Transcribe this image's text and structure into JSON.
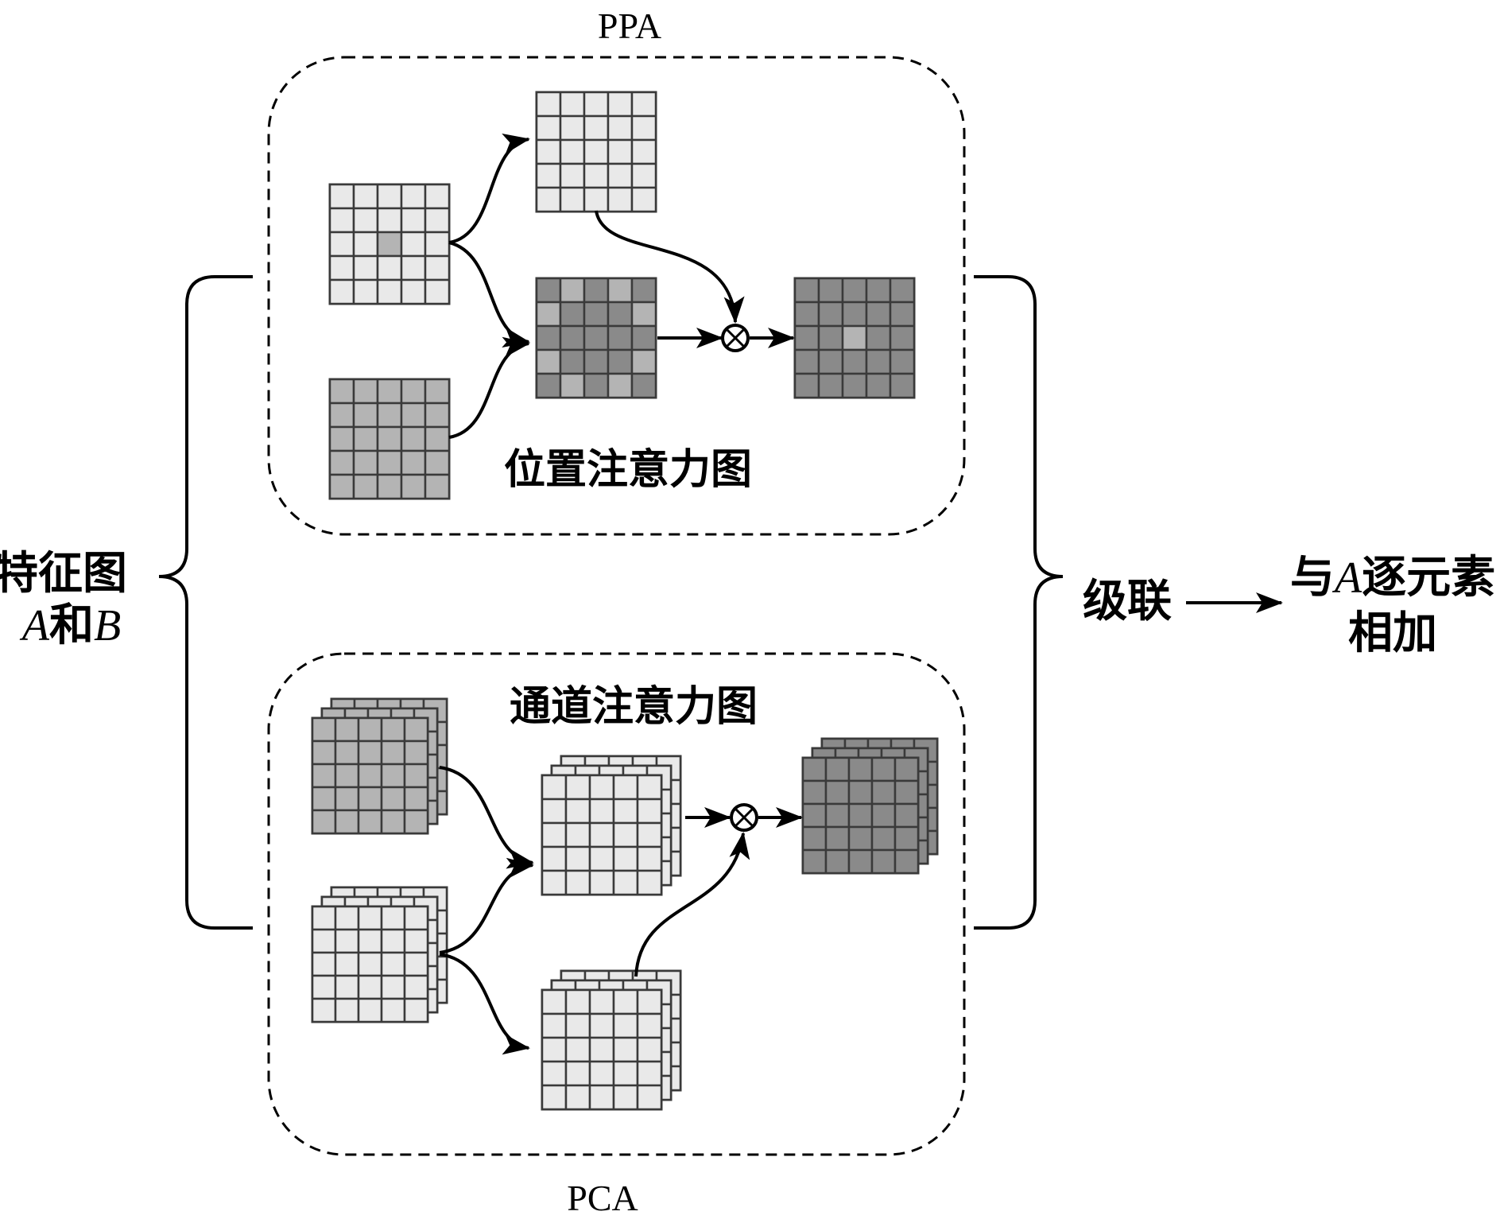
{
  "ppa_module": {
    "title": "PPA",
    "caption": "位置注意力图"
  },
  "pca_module": {
    "title": "PCA",
    "caption": "通道注意力图"
  },
  "input_label": {
    "line1": "特征图",
    "line2_a": "A",
    "line2_mid": "和",
    "line2_b": "B"
  },
  "concat_label": "级联",
  "output_label": {
    "line1_a": "与",
    "line1_var": "A",
    "line1_b": "逐元素",
    "line2": "相加"
  },
  "multiply_symbol": "⊗",
  "colors": {
    "light_cell": "#e9e9e9",
    "medium_cell": "#b4b4b4",
    "dark_cell": "#8a8a8a",
    "grid_line": "#3a3a3a",
    "stroke": "#000000"
  }
}
